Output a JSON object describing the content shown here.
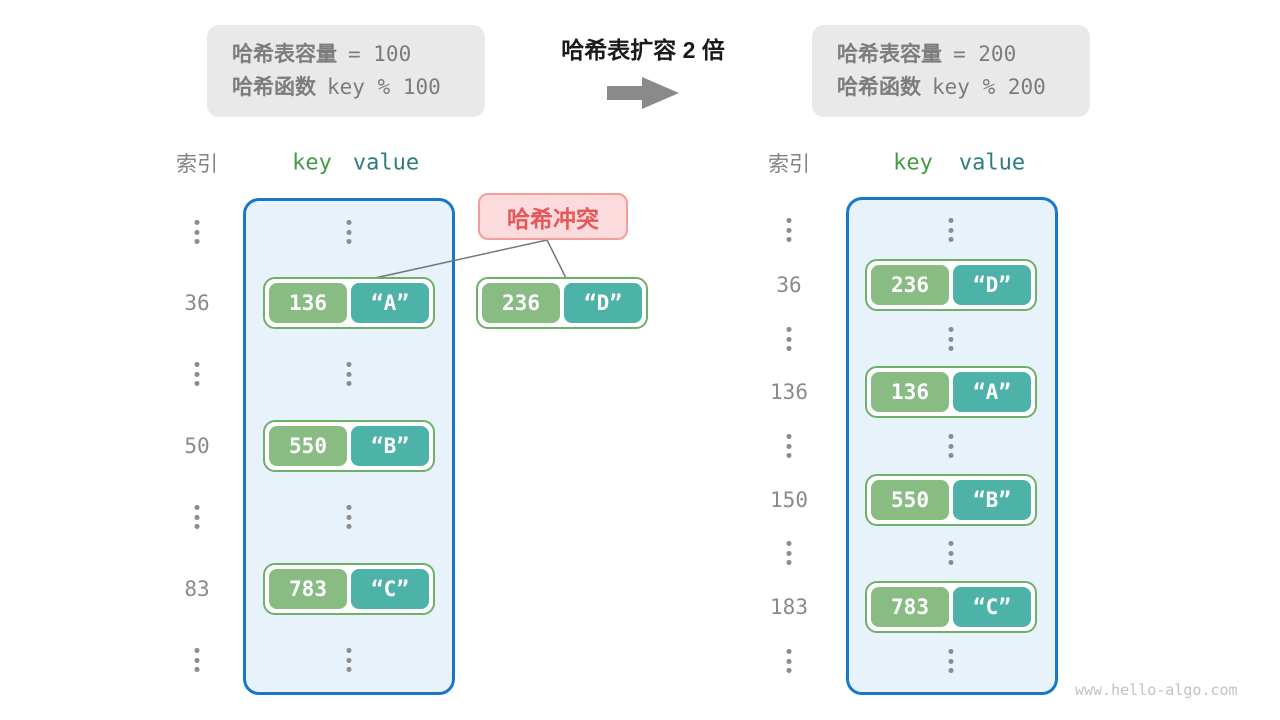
{
  "header": {
    "title": "哈希表扩容 2 倍"
  },
  "info_before": {
    "capacity_label": "哈希表容量",
    "capacity_value": "= 100",
    "hash_label": "哈希函数",
    "hash_value": "key % 100"
  },
  "info_after": {
    "capacity_label": "哈希表容量",
    "capacity_value": "= 200",
    "hash_label": "哈希函数",
    "hash_value": "key % 200"
  },
  "conflict": {
    "label": "哈希冲突"
  },
  "external_pair": {
    "key": "236",
    "value": "“D”"
  },
  "tables": {
    "before": {
      "index_header": "索引",
      "key_header": "key",
      "value_header": "value",
      "entries": [
        {
          "index": "36",
          "key": "136",
          "value": "“A”"
        },
        {
          "index": "50",
          "key": "550",
          "value": "“B”"
        },
        {
          "index": "83",
          "key": "783",
          "value": "“C”"
        }
      ]
    },
    "after": {
      "index_header": "索引",
      "key_header": "key",
      "value_header": "value",
      "entries": [
        {
          "index": "36",
          "key": "236",
          "value": "“D”"
        },
        {
          "index": "136",
          "key": "136",
          "value": "“A”"
        },
        {
          "index": "150",
          "key": "550",
          "value": "“B”"
        },
        {
          "index": "183",
          "key": "783",
          "value": "“C”"
        }
      ]
    }
  },
  "watermark": "www.hello-algo.com",
  "colors": {
    "table_border": "#1778C8",
    "table_fill": "#E8F2FB",
    "key_fill": "#88BC82",
    "value_fill": "#4DB3A9",
    "pair_border": "#70AF69",
    "conflict_fill": "#FBDBDB",
    "conflict_border": "#F39D9D",
    "conflict_text": "#E4575A",
    "arrow_gray": "#8A8A8A"
  }
}
